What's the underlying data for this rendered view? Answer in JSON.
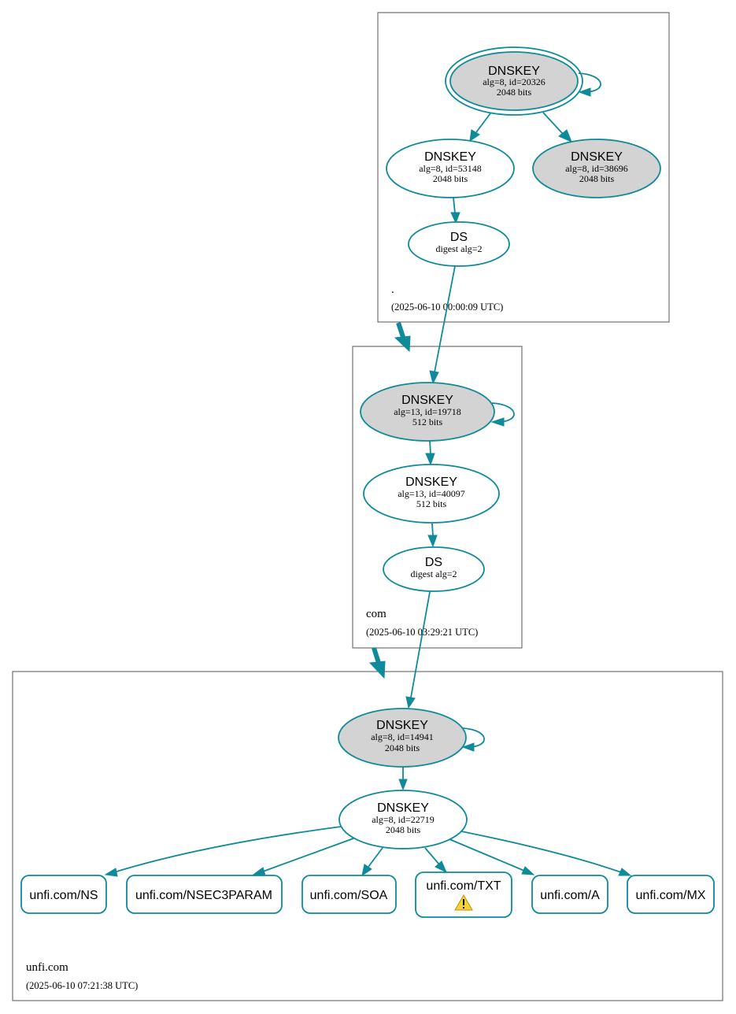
{
  "colors": {
    "edge": "#0e8a9a",
    "ksk_fill": "#d3d3d3",
    "zsk_fill": "#ffffff",
    "zone_border": "#555555",
    "warning": "#f6d13a"
  },
  "zones": {
    "root": {
      "name": ".",
      "timestamp": "(2025-06-10 00:00:09 UTC)"
    },
    "com": {
      "name": "com",
      "timestamp": "(2025-06-10 03:29:21 UTC)"
    },
    "unfi": {
      "name": "unfi.com",
      "timestamp": "(2025-06-10 07:21:38 UTC)"
    }
  },
  "nodes": {
    "root_ksk": {
      "title": "DNSKEY",
      "line1": "alg=8, id=20326",
      "line2": "2048 bits"
    },
    "root_zsk": {
      "title": "DNSKEY",
      "line1": "alg=8, id=53148",
      "line2": "2048 bits"
    },
    "root_ksk2": {
      "title": "DNSKEY",
      "line1": "alg=8, id=38696",
      "line2": "2048 bits"
    },
    "root_ds": {
      "title": "DS",
      "line1": "digest alg=2"
    },
    "com_ksk": {
      "title": "DNSKEY",
      "line1": "alg=13, id=19718",
      "line2": "512 bits"
    },
    "com_zsk": {
      "title": "DNSKEY",
      "line1": "alg=13, id=40097",
      "line2": "512 bits"
    },
    "com_ds": {
      "title": "DS",
      "line1": "digest alg=2"
    },
    "unfi_ksk": {
      "title": "DNSKEY",
      "line1": "alg=8, id=14941",
      "line2": "2048 bits"
    },
    "unfi_zsk": {
      "title": "DNSKEY",
      "line1": "alg=8, id=22719",
      "line2": "2048 bits"
    }
  },
  "rrsets": [
    {
      "label": "unfi.com/NS",
      "warning": false
    },
    {
      "label": "unfi.com/NSEC3PARAM",
      "warning": false
    },
    {
      "label": "unfi.com/SOA",
      "warning": false
    },
    {
      "label": "unfi.com/TXT",
      "warning": true
    },
    {
      "label": "unfi.com/A",
      "warning": false
    },
    {
      "label": "unfi.com/MX",
      "warning": false
    }
  ]
}
